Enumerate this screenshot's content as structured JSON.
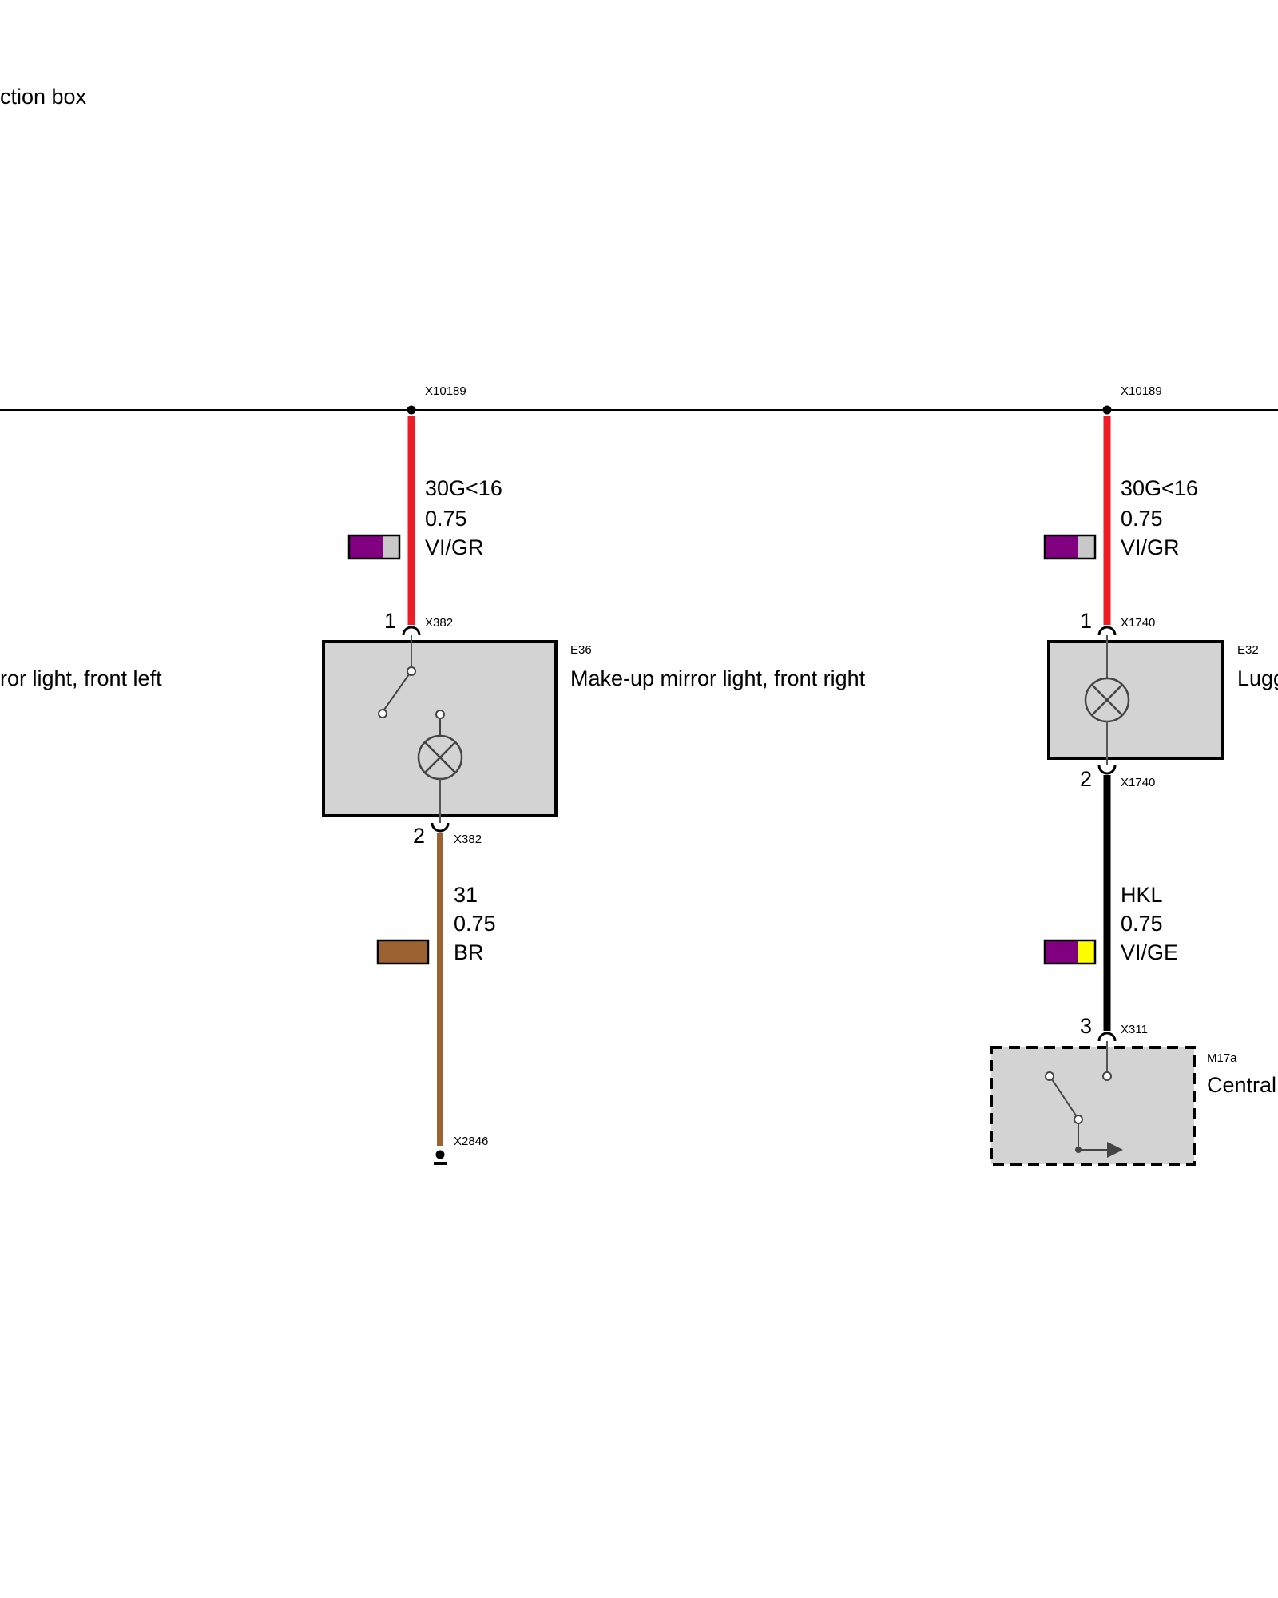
{
  "labels": {
    "junction_box": "ction box",
    "mirror_left": "ror light, front left",
    "e36_id": "E36",
    "e36_name": "Make-up mirror light, front right",
    "e32_id": "E32",
    "e32_name": "Lugg",
    "m17a_id": "M17a",
    "m17a_name": "Central"
  },
  "connectors": {
    "x10189_left": "X10189",
    "x10189_right": "X10189",
    "x382_top": "X382",
    "x382_bottom": "X382",
    "x2846": "X2846",
    "x1740_top": "X1740",
    "x1740_bottom": "X1740",
    "x311": "X311"
  },
  "pins": {
    "e36_pin1": "1",
    "e36_pin2": "2",
    "e32_pin1": "1",
    "e32_pin2": "2",
    "m17a_pin3": "3"
  },
  "wires": {
    "e36_supply": {
      "signal": "30G<16",
      "gauge": "0.75",
      "color_code": "VI/GR",
      "stripe": [
        "#800080",
        "#c8c8c8"
      ],
      "line_color": "#ee1c25"
    },
    "e36_ground": {
      "signal": "31",
      "gauge": "0.75",
      "color_code": "BR",
      "stripe": [
        "#9c6230"
      ],
      "line_color": "#9c6230"
    },
    "e32_supply": {
      "signal": "30G<16",
      "gauge": "0.75",
      "color_code": "VI/GR",
      "stripe": [
        "#800080",
        "#c8c8c8"
      ],
      "line_color": "#ee1c25"
    },
    "e32_hkl": {
      "signal": "HKL",
      "gauge": "0.75",
      "color_code": "VI/GE",
      "stripe": [
        "#800080",
        "#ffff00"
      ],
      "line_color": "#000000"
    }
  },
  "icons": {
    "lamp": "lamp-icon",
    "switch": "switch-icon",
    "ground": "ground-icon"
  }
}
